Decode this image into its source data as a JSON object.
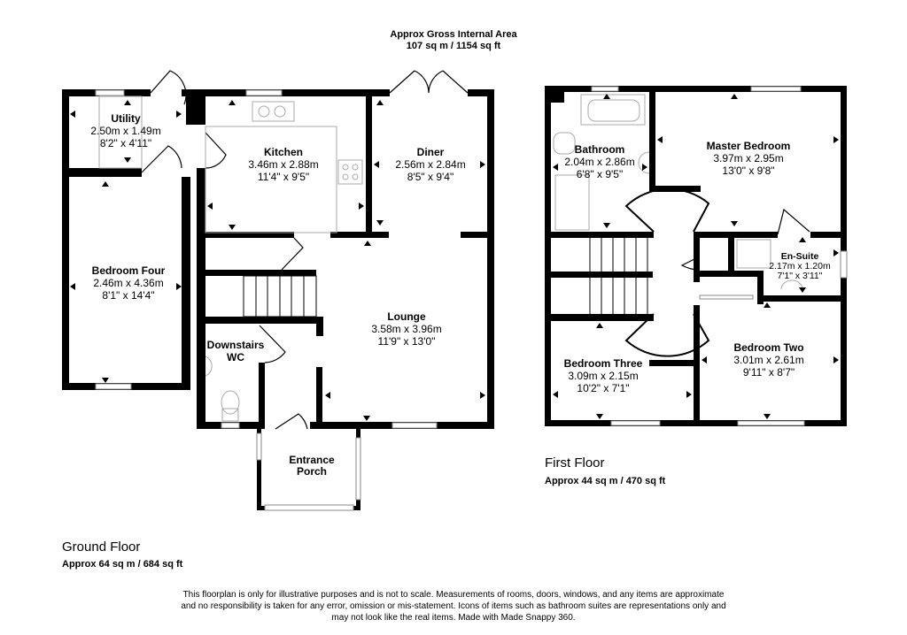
{
  "header": {
    "title": "Approx Gross Internal Area",
    "area": "107 sq m / 1154 sq ft"
  },
  "ground_floor": {
    "label": "Ground Floor",
    "area": "Approx 64 sq m / 684 sq ft",
    "rooms": [
      {
        "name": "Utility",
        "metric": "2.50m x 1.49m",
        "imperial": "8'2\" x 4'11\""
      },
      {
        "name": "Kitchen",
        "metric": "3.46m x 2.88m",
        "imperial": "11'4\" x 9'5\""
      },
      {
        "name": "Diner",
        "metric": "2.56m x 2.84m",
        "imperial": "8'5\" x 9'4\""
      },
      {
        "name": "Bedroom Four",
        "metric": "2.46m x 4.36m",
        "imperial": "8'1\" x 14'4\""
      },
      {
        "name": "Lounge",
        "metric": "3.58m x 3.96m",
        "imperial": "11'9\" x 13'0\""
      },
      {
        "name": "Downstairs",
        "name2": "WC"
      },
      {
        "name": "Entrance",
        "name2": "Porch"
      }
    ]
  },
  "first_floor": {
    "label": "First Floor",
    "area": "Approx 44 sq m / 470 sq ft",
    "rooms": [
      {
        "name": "Bathroom",
        "metric": "2.04m x 2.86m",
        "imperial": "6'8\" x 9'5\""
      },
      {
        "name": "Master Bedroom",
        "metric": "3.97m x 2.95m",
        "imperial": "13'0\" x 9'8\""
      },
      {
        "name": "En-Suite",
        "metric": "2.17m x 1.20m",
        "imperial": "7'1\" x 3'11\""
      },
      {
        "name": "Bedroom Three",
        "metric": "3.09m x 2.15m",
        "imperial": "10'2\" x 7'1\""
      },
      {
        "name": "Bedroom Two",
        "metric": "3.01m x 2.61m",
        "imperial": "9'11\" x 8'7\""
      }
    ]
  },
  "disclaimer": [
    "This floorplan is only for illustrative purposes and is not to scale. Measurements of rooms, doors, windows, and any items are approximate",
    "and no responsibility is taken for any error, omission or mis-statement. Icons of items such as bathroom suites are representations only and",
    "may not look like the real items. Made with Made Snappy 360."
  ]
}
